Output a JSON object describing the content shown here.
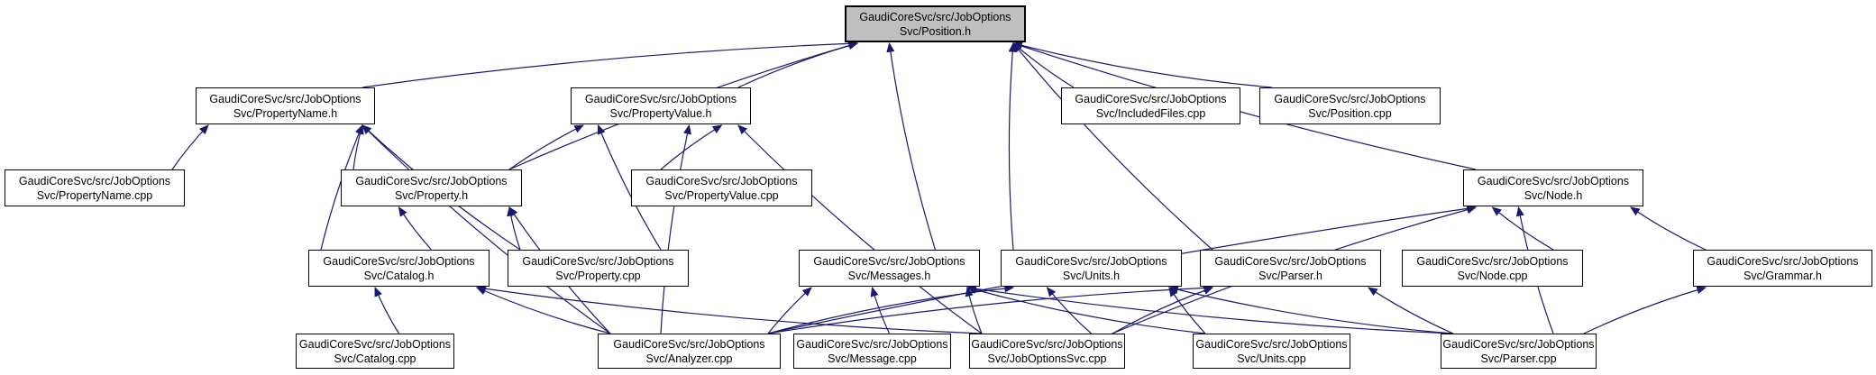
{
  "diagram": {
    "kind": "include-dependency-graph",
    "colors": {
      "edge": "#191970",
      "node_fill": "#ffffff",
      "node_border": "#000000",
      "root_fill": "#bfbfbf"
    },
    "nodes": [
      {
        "id": "position_h",
        "line1": "GaudiCoreSvc/src/JobOptions",
        "line2": "Svc/Position.h",
        "root": true
      },
      {
        "id": "propertyname_h",
        "line1": "GaudiCoreSvc/src/JobOptions",
        "line2": "Svc/PropertyName.h",
        "root": false
      },
      {
        "id": "propertyvalue_h",
        "line1": "GaudiCoreSvc/src/JobOptions",
        "line2": "Svc/PropertyValue.h",
        "root": false
      },
      {
        "id": "includedfiles_cpp",
        "line1": "GaudiCoreSvc/src/JobOptions",
        "line2": "Svc/IncludedFiles.cpp",
        "root": false
      },
      {
        "id": "position_cpp",
        "line1": "GaudiCoreSvc/src/JobOptions",
        "line2": "Svc/Position.cpp",
        "root": false
      },
      {
        "id": "propertyname_cpp",
        "line1": "GaudiCoreSvc/src/JobOptions",
        "line2": "Svc/PropertyName.cpp",
        "root": false
      },
      {
        "id": "property_h",
        "line1": "GaudiCoreSvc/src/JobOptions",
        "line2": "Svc/Property.h",
        "root": false
      },
      {
        "id": "propertyvalue_cpp",
        "line1": "GaudiCoreSvc/src/JobOptions",
        "line2": "Svc/PropertyValue.cpp",
        "root": false
      },
      {
        "id": "node_h",
        "line1": "GaudiCoreSvc/src/JobOptions",
        "line2": "Svc/Node.h",
        "root": false
      },
      {
        "id": "catalog_h",
        "line1": "GaudiCoreSvc/src/JobOptions",
        "line2": "Svc/Catalog.h",
        "root": false
      },
      {
        "id": "property_cpp",
        "line1": "GaudiCoreSvc/src/JobOptions",
        "line2": "Svc/Property.cpp",
        "root": false
      },
      {
        "id": "messages_h",
        "line1": "GaudiCoreSvc/src/JobOptions",
        "line2": "Svc/Messages.h",
        "root": false
      },
      {
        "id": "units_h",
        "line1": "GaudiCoreSvc/src/JobOptions",
        "line2": "Svc/Units.h",
        "root": false
      },
      {
        "id": "parser_h",
        "line1": "GaudiCoreSvc/src/JobOptions",
        "line2": "Svc/Parser.h",
        "root": false
      },
      {
        "id": "node_cpp",
        "line1": "GaudiCoreSvc/src/JobOptions",
        "line2": "Svc/Node.cpp",
        "root": false
      },
      {
        "id": "grammar_h",
        "line1": "GaudiCoreSvc/src/JobOptions",
        "line2": "Svc/Grammar.h",
        "root": false
      },
      {
        "id": "catalog_cpp",
        "line1": "GaudiCoreSvc/src/JobOptions",
        "line2": "Svc/Catalog.cpp",
        "root": false
      },
      {
        "id": "analyzer_cpp",
        "line1": "GaudiCoreSvc/src/JobOptions",
        "line2": "Svc/Analyzer.cpp",
        "root": false
      },
      {
        "id": "message_cpp",
        "line1": "GaudiCoreSvc/src/JobOptions",
        "line2": "Svc/Message.cpp",
        "root": false
      },
      {
        "id": "joboptionssvc_cpp",
        "line1": "GaudiCoreSvc/src/JobOptions",
        "line2": "Svc/JobOptionsSvc.cpp",
        "root": false
      },
      {
        "id": "units_cpp",
        "line1": "GaudiCoreSvc/src/JobOptions",
        "line2": "Svc/Units.cpp",
        "root": false
      },
      {
        "id": "parser_cpp",
        "line1": "GaudiCoreSvc/src/JobOptions",
        "line2": "Svc/Parser.cpp",
        "root": false
      }
    ],
    "edges": [
      {
        "from": "propertyname_h",
        "to": "position_h"
      },
      {
        "from": "propertyvalue_h",
        "to": "position_h"
      },
      {
        "from": "property_h",
        "to": "position_h"
      },
      {
        "from": "messages_h",
        "to": "position_h"
      },
      {
        "from": "units_h",
        "to": "position_h"
      },
      {
        "from": "parser_h",
        "to": "position_h"
      },
      {
        "from": "node_h",
        "to": "position_h"
      },
      {
        "from": "includedfiles_cpp",
        "to": "position_h"
      },
      {
        "from": "position_cpp",
        "to": "position_h"
      },
      {
        "from": "propertyname_cpp",
        "to": "propertyname_h"
      },
      {
        "from": "property_h",
        "to": "propertyname_h"
      },
      {
        "from": "catalog_h",
        "to": "propertyname_h"
      },
      {
        "from": "property_cpp",
        "to": "propertyname_h"
      },
      {
        "from": "analyzer_cpp",
        "to": "propertyname_h"
      },
      {
        "from": "property_h",
        "to": "propertyvalue_h"
      },
      {
        "from": "property_cpp",
        "to": "propertyvalue_h"
      },
      {
        "from": "propertyvalue_cpp",
        "to": "propertyvalue_h"
      },
      {
        "from": "analyzer_cpp",
        "to": "propertyvalue_h"
      },
      {
        "from": "joboptionssvc_cpp",
        "to": "propertyvalue_h"
      },
      {
        "from": "catalog_h",
        "to": "property_h"
      },
      {
        "from": "property_cpp",
        "to": "property_h"
      },
      {
        "from": "analyzer_cpp",
        "to": "property_h"
      },
      {
        "from": "node_cpp",
        "to": "node_h"
      },
      {
        "from": "parser_cpp",
        "to": "node_h"
      },
      {
        "from": "grammar_h",
        "to": "node_h"
      },
      {
        "from": "analyzer_cpp",
        "to": "node_h"
      },
      {
        "from": "joboptionssvc_cpp",
        "to": "node_h"
      },
      {
        "from": "catalog_cpp",
        "to": "catalog_h"
      },
      {
        "from": "analyzer_cpp",
        "to": "catalog_h"
      },
      {
        "from": "joboptionssvc_cpp",
        "to": "catalog_h"
      },
      {
        "from": "analyzer_cpp",
        "to": "messages_h"
      },
      {
        "from": "message_cpp",
        "to": "messages_h"
      },
      {
        "from": "joboptionssvc_cpp",
        "to": "messages_h"
      },
      {
        "from": "units_cpp",
        "to": "messages_h"
      },
      {
        "from": "parser_cpp",
        "to": "messages_h"
      },
      {
        "from": "analyzer_cpp",
        "to": "units_h"
      },
      {
        "from": "joboptionssvc_cpp",
        "to": "units_h"
      },
      {
        "from": "units_cpp",
        "to": "units_h"
      },
      {
        "from": "parser_cpp",
        "to": "units_h"
      },
      {
        "from": "analyzer_cpp",
        "to": "parser_h"
      },
      {
        "from": "joboptionssvc_cpp",
        "to": "parser_h"
      },
      {
        "from": "parser_cpp",
        "to": "parser_h"
      },
      {
        "from": "parser_cpp",
        "to": "grammar_h"
      }
    ]
  }
}
